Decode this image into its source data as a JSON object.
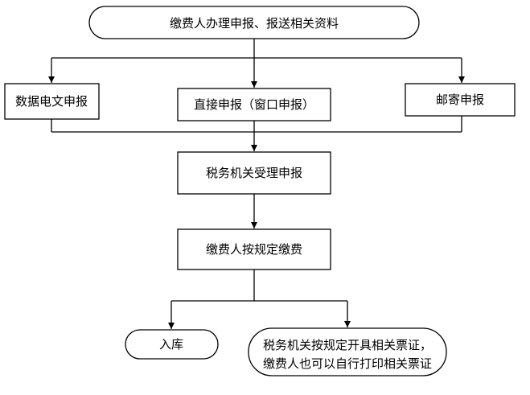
{
  "nodes": {
    "start": "缴费人办理申报、报送相关资料",
    "electronic": "数据电文申报",
    "window": "直接申报（窗口申报）",
    "mail": "邮寄申报",
    "accept": "税务机关受理申报",
    "pay": "缴费人按规定缴费",
    "store": "入库",
    "receipt_line1": "税务机关按规定开具相关票证，",
    "receipt_line2": "缴费人也可以自行打印相关票证"
  }
}
